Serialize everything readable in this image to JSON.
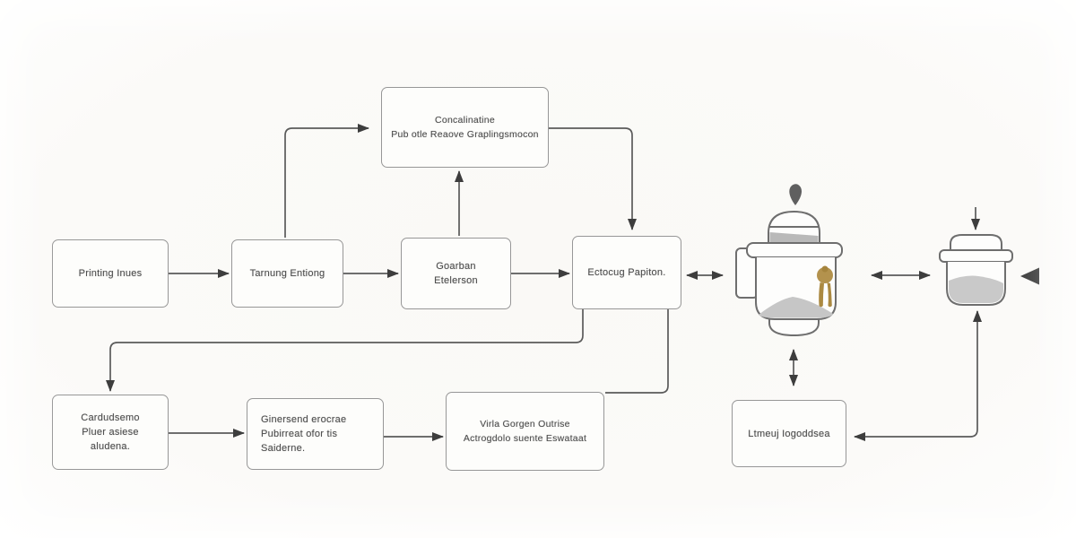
{
  "diagram": {
    "nodes": {
      "process_top": {
        "lines": [
          "Concalinatine",
          "Pub otle Reaove Graplingsmocon"
        ]
      },
      "step1": {
        "lines": [
          "Printing Inues"
        ]
      },
      "step2": {
        "lines": [
          "Tarnung Entiong"
        ]
      },
      "step3": {
        "lines": [
          "Goarban",
          "Etelerson"
        ]
      },
      "step4": {
        "lines": [
          "Ectocug Papiton."
        ]
      },
      "bottom1": {
        "lines": [
          "Cardudsemo",
          "Pluer asiese",
          "aludena."
        ]
      },
      "bottom2": {
        "lines": [
          "Ginersend erocrae",
          "Pubirreat ofor tis",
          "Saiderne."
        ]
      },
      "bottom3": {
        "lines": [
          "Virla Gorgen Outrise",
          "Actrogdolo suente Eswataat"
        ]
      },
      "bottom4": {
        "lines": [
          "Ltmeuj Iogoddsea"
        ]
      }
    },
    "icons": {
      "jar": "grinder-jar-icon",
      "pot": "pot-icon",
      "drip": "drip-icon"
    },
    "edges": [
      {
        "from": "step1",
        "to": "step2",
        "type": "arrow"
      },
      {
        "from": "step2",
        "to": "step3",
        "type": "arrow"
      },
      {
        "from": "step3",
        "to": "step4",
        "type": "arrow"
      },
      {
        "from": "step2",
        "to": "process_top",
        "type": "arrow"
      },
      {
        "from": "step3",
        "to": "process_top",
        "type": "arrow"
      },
      {
        "from": "process_top",
        "to": "step4",
        "type": "arrow"
      },
      {
        "from": "step4",
        "to": "grinder-jar",
        "type": "double-arrow"
      },
      {
        "from": "grinder-jar",
        "to": "pot",
        "type": "double-arrow"
      },
      {
        "from": "right-edge",
        "to": "pot",
        "type": "arrowhead"
      },
      {
        "from": "above",
        "to": "pot",
        "type": "arrow"
      },
      {
        "from": "drip",
        "to": "grinder-jar",
        "type": "drop"
      },
      {
        "from": "grinder-jar",
        "to": "bottom4",
        "type": "double-arrow"
      },
      {
        "from": "pot",
        "to": "bottom4",
        "type": "double-arrow"
      },
      {
        "from": "step4",
        "to": "bottom1",
        "type": "arrow"
      },
      {
        "from": "step4",
        "to": "bottom3",
        "type": "line"
      },
      {
        "from": "bottom1",
        "to": "bottom2",
        "type": "arrow"
      },
      {
        "from": "bottom2",
        "to": "bottom3",
        "type": "arrow"
      }
    ],
    "colors": {
      "background": "#fbfaf8",
      "box_border": "#979797",
      "box_fill": "#fdfdfb",
      "text": "#4e4e4e",
      "arrow_line": "#5a5a5a",
      "arrowhead": "#3d3d3d",
      "device_outline": "#6e6e6e",
      "device_gray_fill": "#c6c6c6",
      "tassel_gold": "#b3924d"
    }
  }
}
